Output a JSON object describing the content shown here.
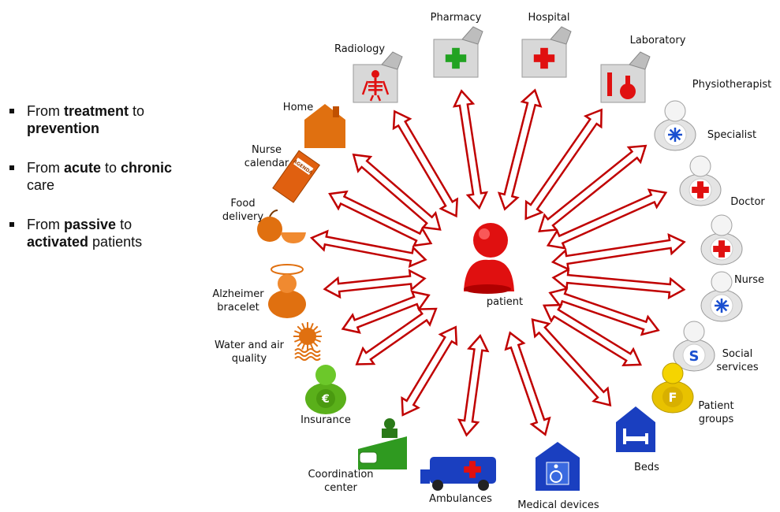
{
  "bullets": [
    {
      "parts": [
        {
          "t": "From ",
          "b": false
        },
        {
          "t": "treatment",
          "b": true
        },
        {
          "t": " to ",
          "b": false
        },
        {
          "t": "prevention",
          "b": true
        }
      ]
    },
    {
      "parts": [
        {
          "t": "From ",
          "b": false
        },
        {
          "t": "acute",
          "b": true
        },
        {
          "t": " to ",
          "b": false
        },
        {
          "t": "chronic",
          "b": true
        },
        {
          "t": " care",
          "b": false
        }
      ]
    },
    {
      "parts": [
        {
          "t": "From ",
          "b": false
        },
        {
          "t": "passive",
          "b": true
        },
        {
          "t": " to ",
          "b": false
        },
        {
          "t": "activated",
          "b": true
        },
        {
          "t": " patients",
          "b": false
        }
      ]
    }
  ],
  "center": {
    "label": "patient",
    "color": "#e01010"
  },
  "nodes": [
    {
      "id": "pharmacy",
      "label": [
        "Pharmacy"
      ],
      "icon": "green-cross-icon",
      "color": "#22a322"
    },
    {
      "id": "hospital",
      "label": [
        "Hospital"
      ],
      "icon": "red-cross-icon",
      "color": "#e01010"
    },
    {
      "id": "laboratory",
      "label": [
        "Laboratory"
      ],
      "icon": "flask-icon",
      "color": "#e01010"
    },
    {
      "id": "physiotherapist",
      "label": [
        "Physiotherapist"
      ],
      "icon": "person-star-icon",
      "color": "#1a4fd0"
    },
    {
      "id": "specialist",
      "label": [
        "Specialist"
      ],
      "icon": "person-cross-icon",
      "color": "#e01010"
    },
    {
      "id": "doctor",
      "label": [
        "Doctor"
      ],
      "icon": "person-cross-icon",
      "color": "#e01010"
    },
    {
      "id": "nurse",
      "label": [
        "Nurse"
      ],
      "icon": "person-star-icon",
      "color": "#1a4fd0"
    },
    {
      "id": "social-services",
      "label": [
        "Social",
        "services"
      ],
      "icon": "person-s-icon",
      "color": "#1a4fd0"
    },
    {
      "id": "patient-groups",
      "label": [
        "Patient",
        "groups"
      ],
      "icon": "person-f-icon",
      "color": "#e8c200"
    },
    {
      "id": "beds",
      "label": [
        "Beds"
      ],
      "icon": "bed-house-icon",
      "color": "#1a3fc0"
    },
    {
      "id": "medical-devices",
      "label": [
        "Medical devices"
      ],
      "icon": "wheelchair-house-icon",
      "color": "#1a3fc0"
    },
    {
      "id": "ambulances",
      "label": [
        "Ambulances"
      ],
      "icon": "ambulance-icon",
      "color": "#1a3fc0"
    },
    {
      "id": "coordination-center",
      "label": [
        "Coordination",
        "center"
      ],
      "icon": "operator-desk-icon",
      "color": "#2f9a20"
    },
    {
      "id": "insurance",
      "label": [
        "Insurance"
      ],
      "icon": "person-euro-icon",
      "color": "#5ab01a"
    },
    {
      "id": "water-and-air-quality",
      "label": [
        "Water and air",
        "quality"
      ],
      "icon": "sun-waves-icon",
      "color": "#e07010"
    },
    {
      "id": "alzheimer-bracelet",
      "label": [
        "Alzheimer",
        "bracelet"
      ],
      "icon": "person-halo-icon",
      "color": "#e07010"
    },
    {
      "id": "food-delivery",
      "label": [
        "Food",
        "delivery"
      ],
      "icon": "food-bowl-icon",
      "color": "#e07010"
    },
    {
      "id": "nurse-calendar",
      "label": [
        "Nurse",
        "calendar"
      ],
      "icon": "agenda-book-icon",
      "color": "#e06010",
      "badge": "AGENDA"
    },
    {
      "id": "home",
      "label": [
        "Home"
      ],
      "icon": "home-icon",
      "color": "#e07010"
    },
    {
      "id": "radiology",
      "label": [
        "Radiology"
      ],
      "icon": "skeleton-icon",
      "color": "#e01010"
    }
  ],
  "arrow_color": "#c00000"
}
